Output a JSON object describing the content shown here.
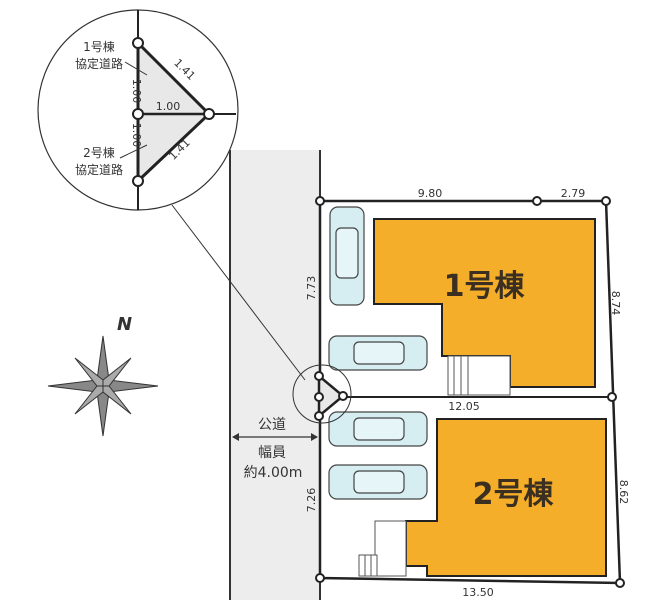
{
  "buildings": [
    {
      "label": "1号棟"
    },
    {
      "label": "2号棟"
    }
  ],
  "dimensions": {
    "top_left": "9.80",
    "top_right": "2.79",
    "right_upper": "8.74",
    "right_lower": "8.62",
    "middle": "12.05",
    "bottom": "13.50",
    "left_upper": "7.73",
    "left_lower": "7.26"
  },
  "road": {
    "label": "公道",
    "width_label": "幅員",
    "width_value": "約4.00m"
  },
  "compass": {
    "label": "N"
  },
  "detail": {
    "lot1_label_1": "1号棟",
    "lot1_label_2": "協定道路",
    "lot2_label_1": "2号棟",
    "lot2_label_2": "協定道路",
    "side_upper": "1.00",
    "side_lower": "1.00",
    "mid": "1.00",
    "diag_upper": "1.41",
    "diag_lower": "1.41"
  },
  "colors": {
    "building": "#F4AE2A",
    "road": "#EDEDED",
    "car": "#D6EEF2"
  }
}
